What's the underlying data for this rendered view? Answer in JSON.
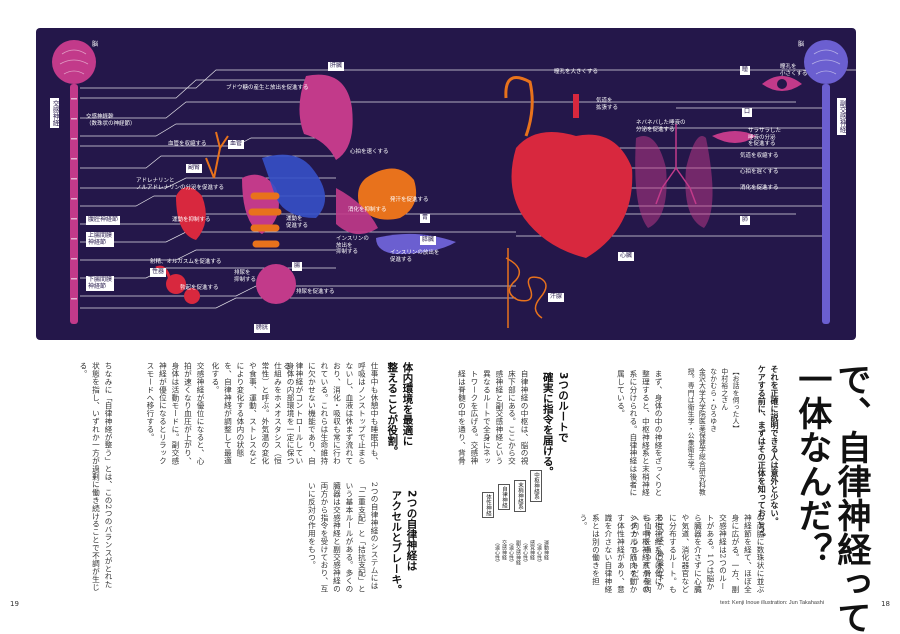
{
  "illustration": {
    "brain_label": "脳",
    "brain_label_right": "脳",
    "sympathetic_label": "交感神経",
    "sympathetic_chain_label": "交感神経幹\n（数珠状の神経節）",
    "parasympathetic_label": "副交感神経",
    "organs": [
      {
        "name": "肝臓"
      },
      {
        "name": "血管"
      },
      {
        "name": "副腎"
      },
      {
        "name": "胃"
      },
      {
        "name": "膵臓"
      },
      {
        "name": "腸"
      },
      {
        "name": "性器"
      },
      {
        "name": "膀胱"
      },
      {
        "name": "汗腺"
      },
      {
        "name": "心臓"
      },
      {
        "name": "肺"
      },
      {
        "name": "口"
      },
      {
        "name": "瞳"
      }
    ],
    "ganglia": [
      {
        "name": "腹腔神経節"
      },
      {
        "name": "上腸間膜\n神経節"
      },
      {
        "name": "下腸間膜\n神経節"
      }
    ],
    "effects": [
      "ブドウ糖の産生と放出を促進する",
      "血管を収縮する",
      "アドレナリンと\nノルアドレナリンの分泌を促進する",
      "心拍を速くする",
      "運動を抑制する",
      "運動を\n促進する",
      "インスリンの\n放出を\n抑制する",
      "射精、オルガスムを促進する",
      "勃起を促進する",
      "排尿を\n抑制する",
      "排尿を促進する",
      "消化を抑制する",
      "発汗を促進する",
      "インスリンの放出を\n促進する",
      "瞳孔を大きくする",
      "瞳孔を\n小さくする",
      "気道を\n拡張する",
      "ネバネバした唾液の\n分泌を促進する",
      "サラサラした\n唾液の分泌\nを促進する",
      "気道を収縮する",
      "心拍を遅くする",
      "消化を促進する"
    ]
  },
  "page": {
    "left_number": "19",
    "right_number": "18",
    "credit": "text: Kenji Inoue  illustration: Jun Takahashi"
  },
  "article": {
    "title": "で、自律神経って\n一体なんだ？",
    "lead": "それを正確に説明できる人は意外と少ない。\nケアする前に、まずはその正体を知っておこう。",
    "interviewee": "【お話を伺った人】\n中村裕之さん\nなかむら・ひろゆき\n金沢大学大学院医薬保健学総合研究科教授。専門は衛生学・公衆衛生学。",
    "heading1": "3つのルートで\n確実に指令を届ける。",
    "heading2": "体内環境を最適に\n整えることが役割。",
    "heading3": "2つの自律神経は\nアクセルとブレーキ。",
    "col1": "の両脇に数珠状に並ぶ神経節を経て、ほぼ全身に広がる。一方、副交感神経は2つのルートがある。1つは脳から臓器を介さずに心臓や気道、消化器官などに分布するルート。もう1つは、骨盤の下から仙骨を通って骨盤内へ向かうルートだ。",
    "col2": "末梢神経系には他にも、中枢神経系からのシグナルで筋肉を動かす体性神経があり、意識を介さない自律神経系とは別の働きを担う。",
    "col3": "まず、身体の中の神経をざっくりと整理すると、中枢神経系と末梢神経系に分けられる。自律神経は後者に属している。",
    "col4": "自律神経の中枢は、脳の視床下部にある。ここから交感神経と副交感神経という異なるルートで全身にネットワークを広げる。交感神経は脊髄の中を通り、背骨",
    "col5": "仕事中も休憩中も睡眠中も、呼吸はノンストップで止まらないし、血液は休まず流れており、消化・吸収も常に行われている。これらは生命維持に欠かせない機能であり、自律神経がコントロールしている。",
    "col6": "身体の内部環境を一定に保つ仕組みをホメオスタシス（恒常性）と呼ぶ。外気温の変化や食事、運動、ストレスなどにより変化する体内の状態を、自律神経が調整して最適化する。",
    "col7": "交感神経が優位になると、心拍が速くなり血圧が上がり、身体は活動モードに。副交感神経が優位になるとリラックスモードへ移行する。",
    "col8": "2つの自律神経のシステムには「二重支配」と「拮抗支配」という基本ルールがある。多くの臓器は交感神経と副交感神経の両方から指令を受けており、互いに反対の作用をもつ。",
    "col9": "ちなみに「自律神経が整う」とは、この2つのバランスがとれた状態を指し、いずれか一方が過剰に働き続けることで不調が生じる。"
  },
  "diagram": {
    "root": "自律神経",
    "sym": "交感神経",
    "parasym": "副交感神経",
    "top": "中枢神経系",
    "peripheral": "末梢神経系",
    "somatic": "体性神経",
    "sensory": "感覚神経\n（求心性）",
    "motor": "運動神経\n（遠心性）",
    "sym_dir": "交感神経\n（遠心性）",
    "para_dir": "副交感神経\n（遠心性）"
  },
  "colors": {
    "background": "#24174a",
    "sympathetic": "#c23a8a",
    "parasympathetic": "#6b5fd0",
    "heart": "#d8283e",
    "organ_orange": "#e8721c",
    "organ_blue": "#3650c8"
  }
}
